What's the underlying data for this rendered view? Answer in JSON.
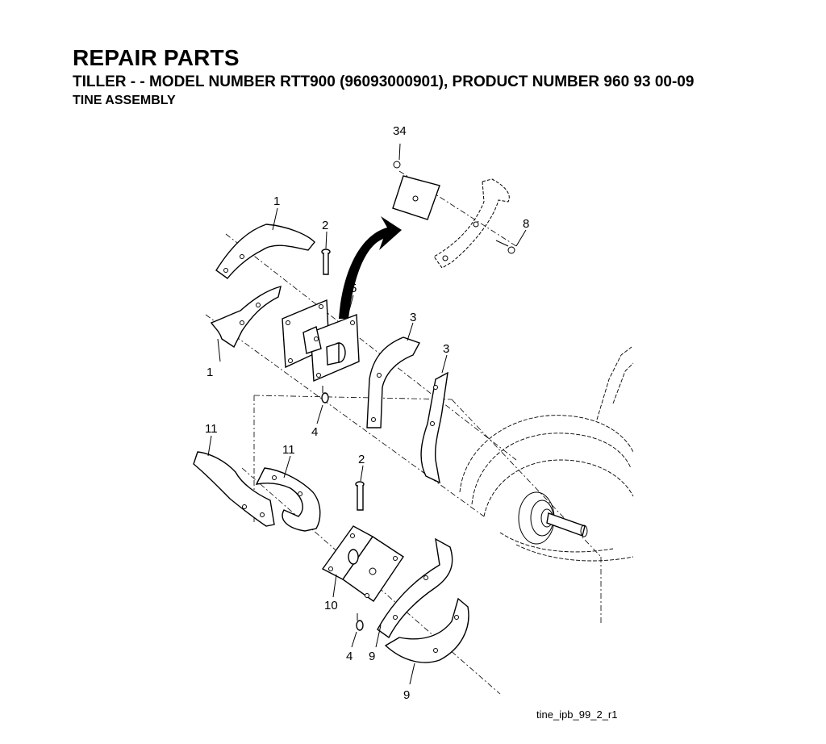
{
  "header": {
    "title": "REPAIR PARTS",
    "subtitle": "TILLER - - MODEL NUMBER RTT900 (96093000901), PRODUCT NUMBER 960 93 00-09",
    "section": "TINE ASSEMBLY"
  },
  "callouts": {
    "c34": "34",
    "c8": "8",
    "c1a": "1",
    "c1b": "1",
    "c2a": "2",
    "c2b": "2",
    "c5": "5",
    "c3a": "3",
    "c3b": "3",
    "c4a": "4",
    "c4b": "4",
    "c11a": "11",
    "c11b": "11",
    "c10": "10",
    "c9a": "9",
    "c9b": "9"
  },
  "figure_id": "tine_ipb_99_2_r1"
}
